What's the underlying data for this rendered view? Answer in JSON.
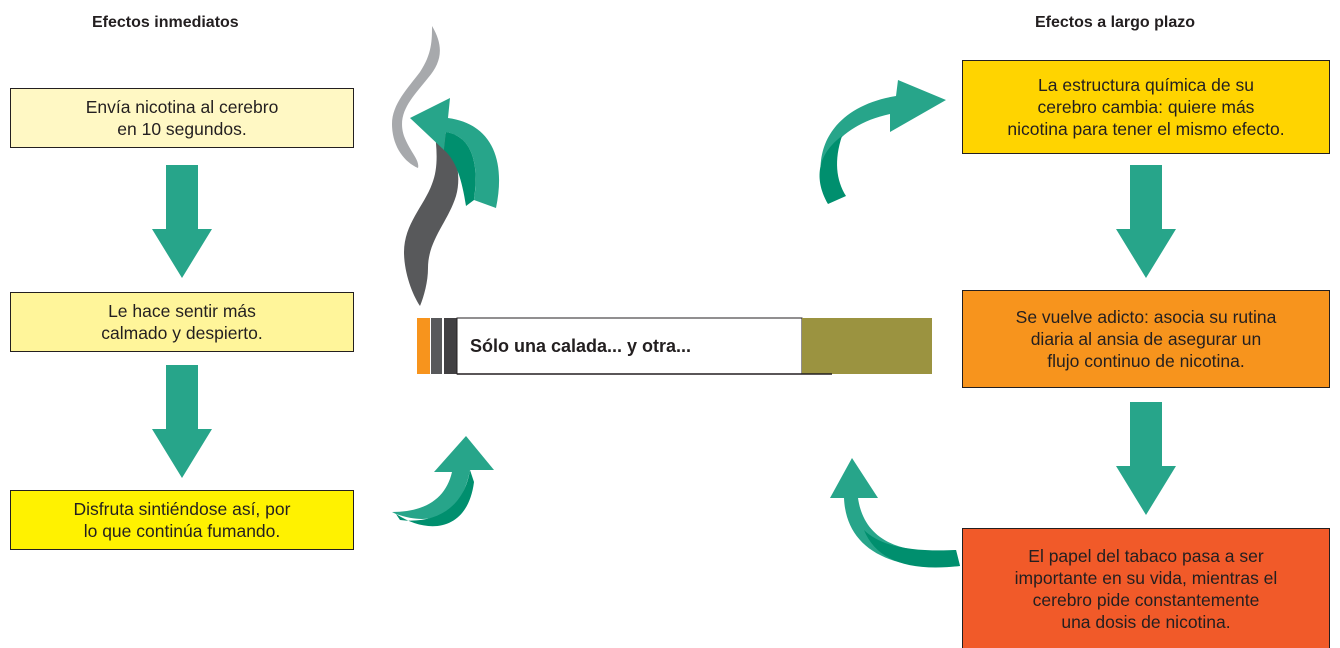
{
  "left": {
    "heading": "Efectos inmediatos",
    "steps": [
      {
        "text": "Envía nicotina al cerebro\nen 10 segundos.",
        "color": "#fff8c4"
      },
      {
        "text": "Le hace sentir más\ncalmado y despierto.",
        "color": "#fff59a"
      },
      {
        "text": "Disfruta sintiéndose así, por\nlo que continúa fumando.",
        "color": "#fff200"
      }
    ]
  },
  "right": {
    "heading": "Efectos a largo plazo",
    "steps": [
      {
        "text": "La estructura química de su\ncerebro cambia: quiere más\nnicotina para tener el mismo efecto.",
        "color": "#ffd400"
      },
      {
        "text": "Se vuelve adicto: asocia su rutina\ndiaria al ansia de asegurar un\nflujo continuo de nicotina.",
        "color": "#f7941d"
      },
      {
        "text": "El papel del tabaco pasa a ser\nimportante en su vida, mientras el\ncerebro pide constantemente\nuna dosis de nicotina.",
        "color": "#f15a29"
      }
    ]
  },
  "cigarette": {
    "label": "Sólo una calada... y otra..."
  },
  "colors": {
    "arrow": "#27a58a",
    "arrow_dark": "#008f6e",
    "smoke_light": "#a7a9ac",
    "smoke_dark": "#58595b",
    "ember": "#f7941d",
    "filter": "#9b9340"
  }
}
